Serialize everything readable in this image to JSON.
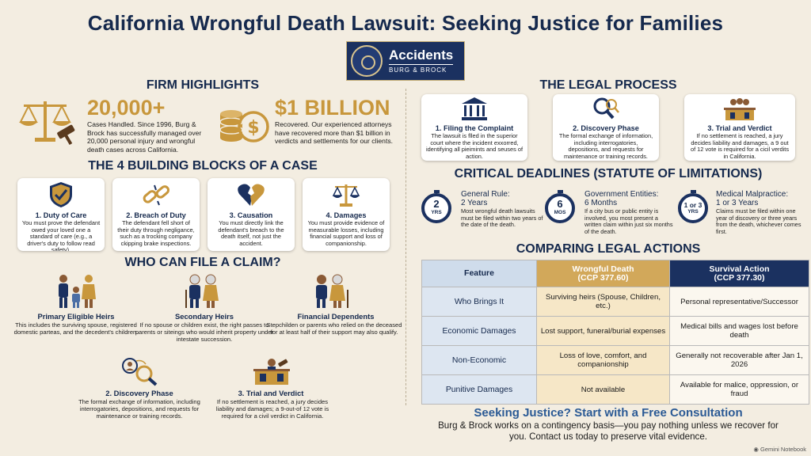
{
  "title": "California Wrongful Death Lawsuit: Seeking Justice for Families",
  "logo": {
    "main": "Accidents",
    "sub": "BURG & BROCK"
  },
  "firm_highlights": {
    "heading": "FIRM HIGHLIGHTS",
    "stats": [
      {
        "value": "20,000+",
        "text": "Cases Handled. Since 1996, Burg & Brock has successfully managed over 20,000 personal injury and wrongful death cases across California."
      },
      {
        "value": "$1 BILLION",
        "text": "Recovered. Our experienced attorneys have recovered more than $1 billion in verdicts and settlements for our clients."
      }
    ]
  },
  "building_blocks": {
    "heading": "THE 4 BUILDING BLOCKS OF A CASE",
    "cards": [
      {
        "title": "1. Duty of Care",
        "desc": "You must prove the defendant owed your loved one a standard of care (e.g., a driver's duty to follow read safety)."
      },
      {
        "title": "2. Breach of Duty",
        "desc": "The defendant fell short of their duty through negligance, such as a trocking company ckipping brake inspections."
      },
      {
        "title": "3. Causation",
        "desc": "You must directly link the defendant's breach to the death itself, not just the accident."
      },
      {
        "title": "4. Damages",
        "desc": "You must provide evidence of measurable losses, including financial support and loss of companionship."
      }
    ]
  },
  "who_can_file": {
    "heading": "WHO CAN FILE A CLAIM?",
    "items": [
      {
        "title": "Primary Eligible Heirs",
        "desc": "This includes the surviving spouse, registered domestic parteas, and the decedent's children."
      },
      {
        "title": "Secondary Heirs",
        "desc": "If no spouse or children exist, the right passes to parents or siteings who would inherit property under intestate succession."
      },
      {
        "title": "Financial Dependents",
        "desc": "Stepchilden or parents who relied on the deceased for at least half of their support may also qualify."
      },
      {
        "title": "2. Discovery Phase",
        "desc": "The formal exchange of information, including interrogatories, depositions, and requests for maintenance or training records."
      },
      {
        "title": "3. Trial and Verdict",
        "desc": "If no settlement is reached, a jury decides liability and damages; a 9-out-of 12 vote is required for a civil verdict in California."
      }
    ]
  },
  "legal_process": {
    "heading": "THE LEGAL PROCESS",
    "cards": [
      {
        "title": "1. Filing the Complaint",
        "desc": "The lawsuit is flled in the superior court where the incident exxorred, identifying all pieimints and seuses of action."
      },
      {
        "title": "2. Discovery Phase",
        "desc": "The formal exchange of information, including interrogatories, depositions, and requests for maintenance or training records."
      },
      {
        "title": "3. Trial and Verdict",
        "desc": "If no settlement is reached, a jury decides liability and damages, a 9 out of 12 vote is required for a cicil verdits in California."
      }
    ]
  },
  "deadlines": {
    "heading": "CRITICAL DEADLINES (STATUTE OF LIMITATIONS)",
    "items": [
      {
        "timer_num": "2",
        "timer_unit": "YRS",
        "label": "General Rule:",
        "value": "2 Years",
        "desc": "Most wrongful death lawsuits must be filed within two years of the date of the death."
      },
      {
        "timer_num": "6",
        "timer_unit": "MOS",
        "label": "Government Entities:",
        "value": "6 Months",
        "desc": "If a city bus or public entity is involved, you most present a written claim within just six months of the death."
      },
      {
        "timer_num": "1 or 3",
        "timer_unit": "YRS",
        "label": "Medical Malpractice:",
        "value": "1 or 3 Years",
        "desc": "Claims must be filed within one year of discovery or three years from the death, whichever comes first."
      }
    ]
  },
  "comparison": {
    "heading": "COMPARING LEGAL ACTIONS",
    "headers": {
      "feature": "Feature",
      "wd_line1": "Wrongful Death",
      "wd_line2": "(CCP 377.60)",
      "sa_line1": "Survival Action",
      "sa_line2": "(CCP 377.30)"
    },
    "rows": [
      {
        "feature": "Who Brings It",
        "wd": "Surviving heirs (Spouse, Children, etc.)",
        "sa": "Personal representative/Successor"
      },
      {
        "feature": "Economic Damages",
        "wd": "Lost support, funeral/burial expenses",
        "sa": "Medical bills and wages lost before death"
      },
      {
        "feature": "Non-Economic",
        "wd": "Loss of love, comfort, and companionship",
        "sa": "Generally not recoverable after Jan 1, 2026"
      },
      {
        "feature": "Punitive Damages",
        "wd": "Not available",
        "sa": "Available for malice, oppression, or fraud"
      }
    ]
  },
  "cta": {
    "heading": "Seeking Justice? Start with a Free Consultation",
    "text": "Burg & Brock works on a contingency basis—you pay nothing unless we recover for you. Contact us today to preserve vital evidence."
  },
  "footer": "Gemini Notebook",
  "colors": {
    "navy": "#15294d",
    "gold": "#c8973c",
    "background": "#f3ede1"
  }
}
